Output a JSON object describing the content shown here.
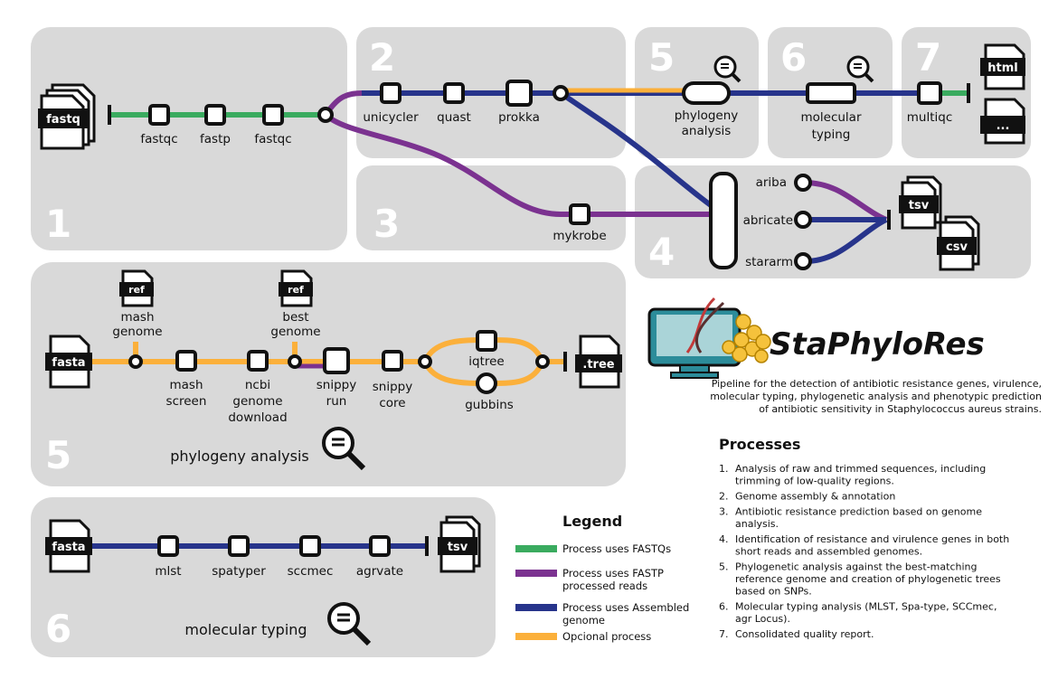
{
  "colors": {
    "fastq_line": "#3aab5f",
    "fastp_line": "#7b3290",
    "assembled_line": "#27348b",
    "optional_line": "#fbb03b",
    "panel": "#d9d9d9",
    "node_stroke": "#111111"
  },
  "panels": {
    "p1": "1",
    "p2": "2",
    "p3": "3",
    "p4": "4",
    "p5top": "5",
    "p6top": "6",
    "p7": "7",
    "p5": "5",
    "p6": "6"
  },
  "files": {
    "fastq": "fastq",
    "fasta1": "fasta",
    "tree": ".tree",
    "fasta2": "fasta",
    "tsv_typing": "tsv",
    "tsv_res": "tsv",
    "csv_res": "csv",
    "html": "html",
    "dots": "...",
    "ref1": "ref",
    "ref2": "ref"
  },
  "nodes": {
    "fastqc1": "fastqc",
    "fastp": "fastp",
    "fastqc2": "fastqc",
    "unicycler": "unicycler",
    "quast": "quast",
    "prokka": "prokka",
    "mykrobe": "mykrobe",
    "phylo_l1": "phylogeny",
    "phylo_l2": "analysis",
    "mt_l1": "molecular",
    "mt_l2": "typing",
    "multiqc": "multiqc",
    "ariba": "ariba",
    "abricate": "abricate",
    "stararm": "stararm",
    "mash_l1": "mash",
    "mash_l2": "genome",
    "mashscreen_l1": "mash",
    "mashscreen_l2": "screen",
    "ncbi_l1": "ncbi",
    "ncbi_l2": "genome",
    "ncbi_l3": "download",
    "best_l1": "best",
    "best_l2": "genome",
    "snippyrun_l1": "snippy",
    "snippyrun_l2": "run",
    "snippycore_l1": "snippy",
    "snippycore_l2": "core",
    "iqtree": "iqtree",
    "gubbins": "gubbins",
    "mlst": "mlst",
    "spatyper": "spatyper",
    "sccmec": "sccmec",
    "agrvate": "agrvate"
  },
  "sections": {
    "phylogeny": "phylogeny analysis",
    "typing": "molecular typing"
  },
  "legend": {
    "title": "Legend",
    "items": [
      {
        "label_l1": "Process uses FASTQs",
        "label_l2": "",
        "color": "#3aab5f"
      },
      {
        "label_l1": "Process uses FASTP",
        "label_l2": "processed reads",
        "color": "#7b3290"
      },
      {
        "label_l1": "Process uses Assembled",
        "label_l2": "genome",
        "color": "#27348b"
      },
      {
        "label_l1": "Opcional process",
        "label_l2": "",
        "color": "#fbb03b"
      }
    ]
  },
  "brand": {
    "name": "StaPhyloRes",
    "desc_l1": "Pipeline for the detection of antibiotic resistance genes, virulence,",
    "desc_l2": "molecular typing, phylogenetic analysis and phenotypic prediction",
    "desc_l3": "of antibiotic sensitivity in Staphylococcus aureus strains."
  },
  "processes": {
    "title": "Processes",
    "items": [
      {
        "num": "1.",
        "lines": [
          "Analysis of raw and trimmed sequences, including",
          "trimming of low-quality regions."
        ]
      },
      {
        "num": "2.",
        "lines": [
          "Genome assembly & annotation"
        ]
      },
      {
        "num": "3.",
        "lines": [
          "Antibiotic resistance prediction based on genome",
          "analysis."
        ]
      },
      {
        "num": "4.",
        "lines": [
          "Identification of resistance and virulence genes in both",
          "short reads and assembled genomes."
        ]
      },
      {
        "num": "5.",
        "lines": [
          "Phylogenetic analysis against the best-matching",
          "reference genome and creation of phylogenetic trees",
          "based on SNPs."
        ]
      },
      {
        "num": "6.",
        "lines": [
          "Molecular typing analysis (MLST, Spa-type, SCCmec,",
          "agr Locus)."
        ]
      },
      {
        "num": "7.",
        "lines": [
          "Consolidated quality report."
        ]
      }
    ]
  }
}
